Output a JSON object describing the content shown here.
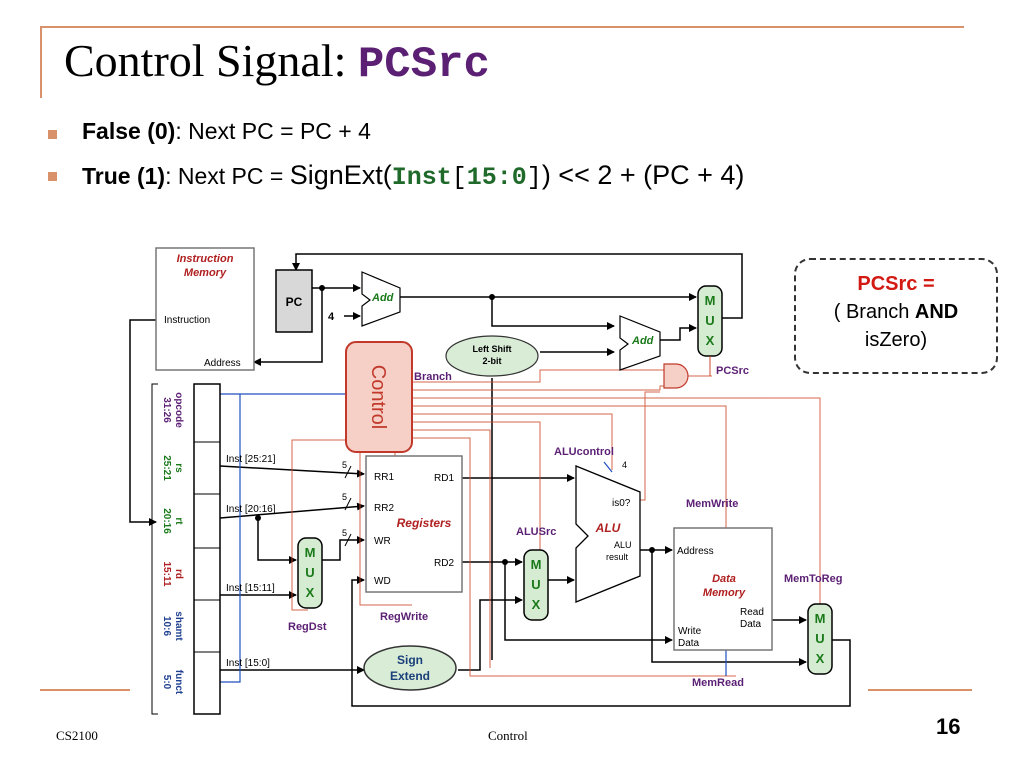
{
  "slide": {
    "title_text": "Control Signal: ",
    "title_code": "PCSrc",
    "bullets": [
      {
        "bold": "False (0)",
        "rest": ": Next PC = PC + 4"
      },
      {
        "bold": "True  (1)",
        "rest1": ": Next PC = ",
        "signext": "SignExt(",
        "inst": "Inst",
        "bracket_open": "[",
        "bits": "15:0",
        "bracket_close": "]",
        "rest2": ") << 2  + (PC + 4)"
      }
    ],
    "callout": {
      "title": "PCSrc =",
      "line2_pre": "( Branch ",
      "line2_bold": "AND",
      "line3": "isZero)"
    },
    "footer": {
      "left": "CS2100",
      "center": "Control",
      "page": "16"
    }
  },
  "diagram": {
    "instruction_memory": {
      "title1": "Instruction",
      "title2": "Memory",
      "port_instruction": "Instruction",
      "port_address": "Address"
    },
    "pc": "PC",
    "four": "4",
    "add": "Add",
    "add2": "Add",
    "left_shift": {
      "l1": "Left Shift",
      "l2": "2-bit"
    },
    "mux": {
      "m": "M",
      "u": "U",
      "x": "X"
    },
    "control": "Control",
    "signals": {
      "branch": "Branch",
      "pcsrc": "PCSrc",
      "alucontrol": "ALUcontrol",
      "alucontrol_bits": "4",
      "memwrite": "MemWrite",
      "alusrc": "ALUSrc",
      "memtoreg": "MemToReg",
      "regwrite": "RegWrite",
      "regdst": "RegDst",
      "memread": "MemRead"
    },
    "fields": [
      {
        "name": "opcode",
        "bits": "31:26"
      },
      {
        "name": "rs",
        "bits": "25:21"
      },
      {
        "name": "rt",
        "bits": "20:16"
      },
      {
        "name": "rd",
        "bits": "15:11"
      },
      {
        "name": "shamt",
        "bits": "10:6"
      },
      {
        "name": "funct",
        "bits": "5:0"
      }
    ],
    "inst_labels": {
      "i2521": "Inst [25:21]",
      "i2016": "Inst [20:16]",
      "i1511": "Inst [15:11]",
      "i150": "Inst [15:0]"
    },
    "bus_width": "5",
    "registers": {
      "title": "Registers",
      "rr1": "RR1",
      "rr2": "RR2",
      "wr": "WR",
      "wd": "WD",
      "rd1": "RD1",
      "rd2": "RD2"
    },
    "alu": {
      "title": "ALU",
      "is0": "is0?",
      "result1": "ALU",
      "result2": "result"
    },
    "data_memory": {
      "t1": "Data",
      "t2": "Memory",
      "address": "Address",
      "read1": "Read",
      "read2": "Data",
      "write1": "Write",
      "write2": "Data"
    },
    "sign_extend": {
      "l1": "Sign",
      "l2": "Extend"
    },
    "colors": {
      "accent": "#d9916a",
      "control_fill": "#f6cfc6",
      "control_stroke": "#c0392b",
      "mux_fill": "#d6ecd2",
      "mux_text": "#1a7a1a",
      "signal_purple": "#5b1f74",
      "wire_red": "#d04a2c"
    }
  }
}
